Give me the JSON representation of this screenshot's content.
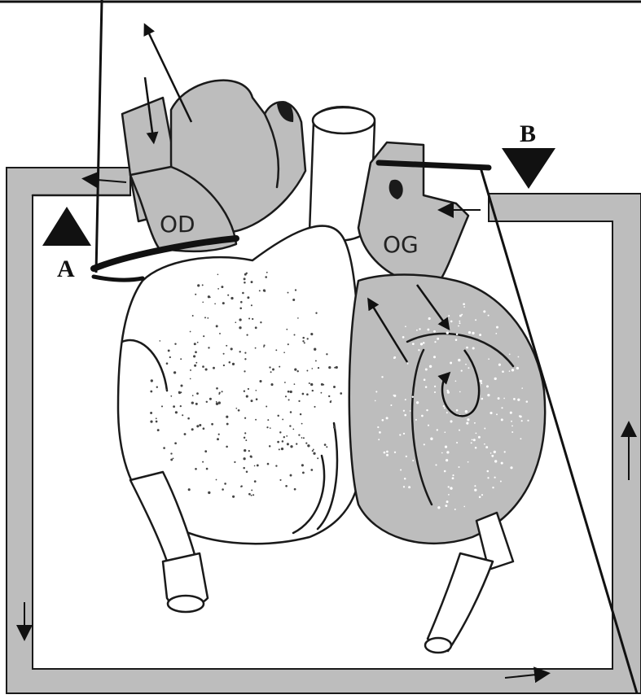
{
  "figure": {
    "label_a": "A",
    "label_b": "B",
    "chamber_right_atrium": "OD",
    "chamber_left_atrium": "OG"
  },
  "colors": {
    "frame_fill": "#bdbdbd",
    "tissue_gray": "#bdbdbd",
    "ink": "#111111",
    "background": "#ffffff"
  },
  "icons": [
    "triangle-up-marker",
    "triangle-down-marker",
    "flow-arrow"
  ]
}
